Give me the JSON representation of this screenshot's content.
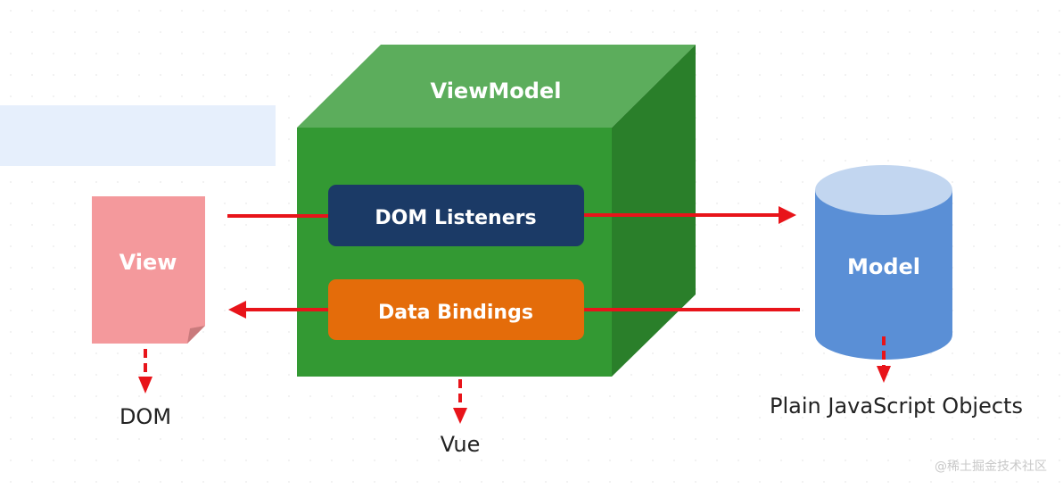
{
  "diagram": {
    "title": "Vue MVVM architecture",
    "nodes": {
      "view": {
        "label": "View",
        "color": "#f4999c"
      },
      "viewmodel": {
        "label": "ViewModel",
        "front_color": "#339933",
        "top_color": "#5cad5c",
        "side_color": "#2a7f2a"
      },
      "dom_listeners": {
        "label": "DOM Listeners",
        "color": "#1b3a66"
      },
      "data_bindings": {
        "label": "Data Bindings",
        "color": "#e46c0a"
      },
      "model": {
        "label": "Model",
        "body_color": "#5a8fd6",
        "top_color": "#c2d6f0"
      }
    },
    "outputs": {
      "dom": "DOM",
      "vue": "Vue",
      "plain_objects": "Plain JavaScript Objects"
    },
    "edges": [
      {
        "from": "view",
        "to": "dom_listeners",
        "style": "solid"
      },
      {
        "from": "dom_listeners",
        "to": "model",
        "style": "solid-arrow"
      },
      {
        "from": "model",
        "to": "data_bindings",
        "style": "solid"
      },
      {
        "from": "data_bindings",
        "to": "view",
        "style": "solid-arrow"
      },
      {
        "from": "view",
        "to": "dom",
        "style": "dashed-arrow"
      },
      {
        "from": "viewmodel",
        "to": "vue",
        "style": "dashed-arrow"
      },
      {
        "from": "model",
        "to": "plain_objects",
        "style": "dashed-arrow"
      }
    ],
    "arrow_color": "#e8141a",
    "highlight_color": "#e6effc"
  },
  "watermark": "@稀土掘金技术社区"
}
